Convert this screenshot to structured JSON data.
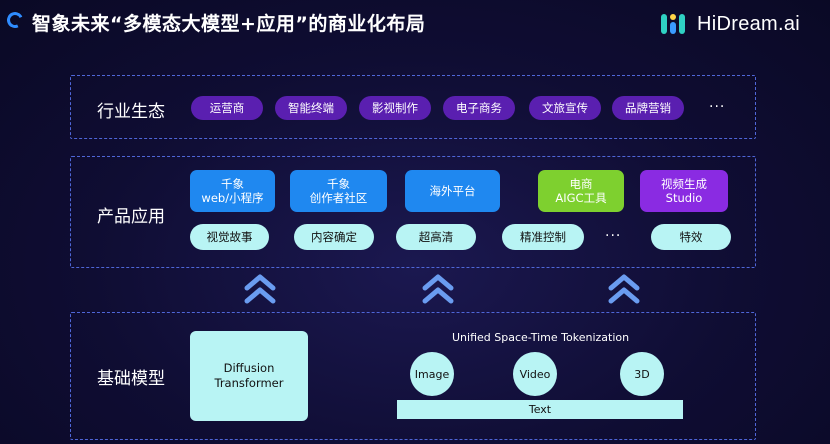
{
  "header": {
    "title": "智象未来“多模态大模型+应用”的商业化布局",
    "brand_name": "HiDream.ai"
  },
  "industry": {
    "label": "行业生态",
    "items": [
      "运营商",
      "智能终端",
      "影视制作",
      "电子商务",
      "文旅宣传",
      "品牌营销"
    ],
    "more": "···"
  },
  "products": {
    "label": "产品应用",
    "items": [
      {
        "line1": "千象",
        "line2": "web/小程序",
        "color": "#1f88f0"
      },
      {
        "line1": "千象",
        "line2": "创作者社区",
        "color": "#1f88f0"
      },
      {
        "line1": "海外平台",
        "line2": "",
        "color": "#1f88f0"
      },
      {
        "line1": "电商",
        "line2": "AIGC工具",
        "color": "#7ed02f"
      },
      {
        "line1": "视频生成",
        "line2": "Studio",
        "color": "#8a2be2"
      }
    ],
    "features": [
      "视觉故事",
      "内容确定",
      "超高清",
      "精准控制",
      "特效"
    ],
    "more": "···"
  },
  "foundation": {
    "label": "基础模型",
    "diffusion": {
      "line1": "Diffusion",
      "line2": "Transformer"
    },
    "tokenization_title": "Unified Space-Time Tokenization",
    "modalities": [
      "Image",
      "Video",
      "3D"
    ],
    "text_bar": "Text"
  },
  "colors": {
    "accent_purple": "#5a1fb0",
    "panel_border": "#4f66d8",
    "chevron": "#6a9cf0",
    "cyan": "#b8f4f4"
  },
  "icons": [
    "chevron-up-double-icon"
  ]
}
